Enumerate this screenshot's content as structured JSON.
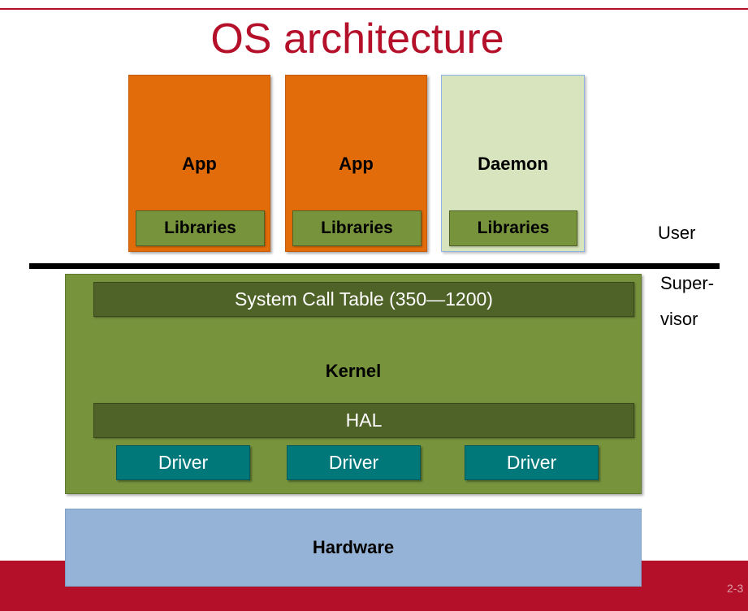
{
  "title": "OS architecture",
  "user_space": {
    "boxes": [
      {
        "label": "App",
        "library_label": "Libraries"
      },
      {
        "label": "App",
        "library_label": "Libraries"
      },
      {
        "label": "Daemon",
        "library_label": "Libraries"
      }
    ]
  },
  "mode_labels": {
    "user": "User",
    "supervisor_line1": "Super-",
    "supervisor_line2": "visor"
  },
  "kernel": {
    "syscall_table_label": "System Call Table (350—1200)",
    "label": "Kernel",
    "hal_label": "HAL",
    "drivers": [
      "Driver",
      "Driver",
      "Driver"
    ]
  },
  "hardware": {
    "label": "Hardware"
  },
  "page_number": "2-3",
  "colors": {
    "title": "#b5102a",
    "app": "#e36c0a",
    "daemon": "#d7e4bd",
    "libraries": "#77933c",
    "kernel": "#77933c",
    "kernel_bars": "#4f6228",
    "driver": "#00787a",
    "hardware": "#95b3d7",
    "footer_band": "#b5102a"
  }
}
